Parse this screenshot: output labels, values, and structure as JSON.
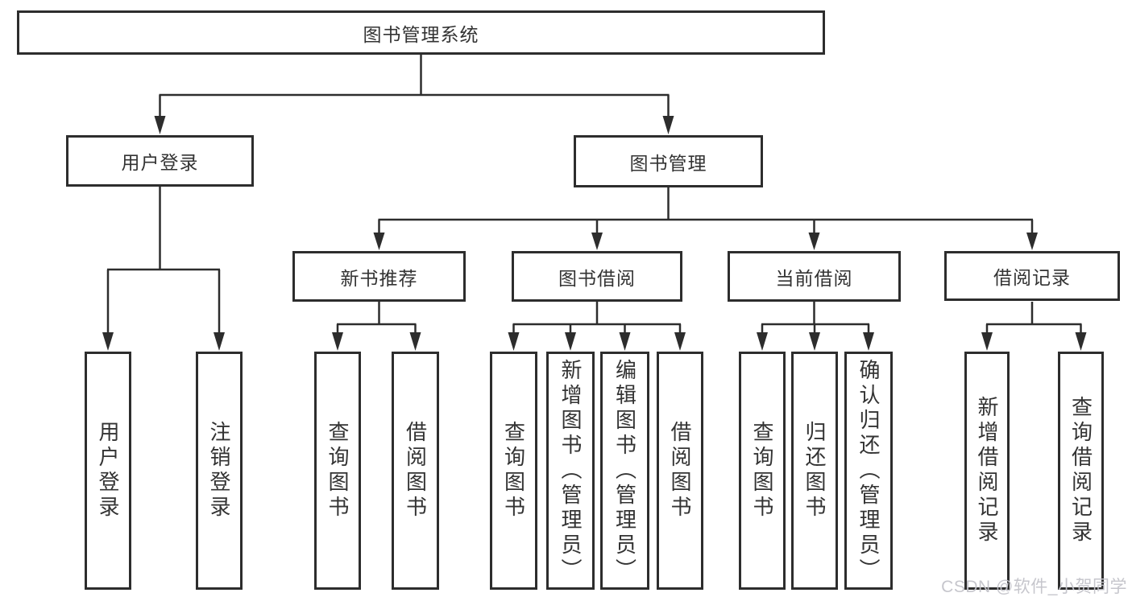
{
  "diagram": {
    "root": {
      "label": "图书管理系统"
    },
    "level2": [
      {
        "label": "用户登录"
      },
      {
        "label": "图书管理"
      }
    ],
    "level3": [
      {
        "label": "新书推荐"
      },
      {
        "label": "图书借阅"
      },
      {
        "label": "当前借阅"
      },
      {
        "label": "借阅记录"
      }
    ],
    "leaves": {
      "user_login": [
        {
          "label": "用户登录"
        },
        {
          "label": "注销登录"
        }
      ],
      "new_book": [
        {
          "label": "查询图书"
        },
        {
          "label": "借阅图书"
        }
      ],
      "book_borrow": [
        {
          "label": "查询图书"
        },
        {
          "label": "新增图书（管理员）"
        },
        {
          "label": "编辑图书（管理员）"
        },
        {
          "label": "借阅图书"
        }
      ],
      "current_borrow": [
        {
          "label": "查询图书"
        },
        {
          "label": "归还图书"
        },
        {
          "label": "确认归还（管理员）"
        }
      ],
      "borrow_record": [
        {
          "label": "新增借阅记录"
        },
        {
          "label": "查询借阅记录"
        }
      ]
    },
    "watermark": "CSDN @软件_小贺同学",
    "colors": {
      "line": "#2d2d2d",
      "text": "#333333",
      "box_background": "#ffffff",
      "watermark": "#c3c3ca"
    }
  }
}
